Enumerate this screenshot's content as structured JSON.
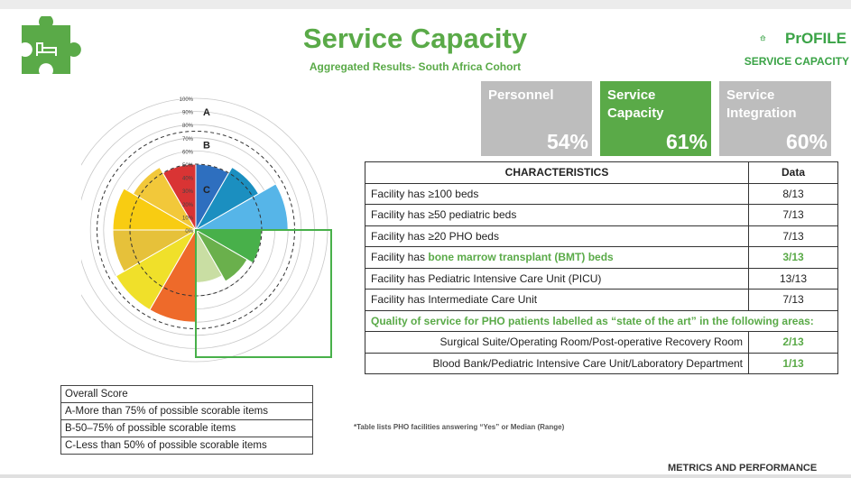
{
  "header": {
    "title": "Service Capacity",
    "subtitle": "Aggregated Results- South Africa Cohort",
    "logo_text": "PrOFILE",
    "logo_subtitle": "SERVICE CAPACITY",
    "puzzle_icon": "hospital-bed-icon"
  },
  "tiles": [
    {
      "label": "Personnel",
      "value": "54%",
      "color": "#bdbdbd"
    },
    {
      "label": "Service Capacity",
      "value": "61%",
      "color": "#5aaa48"
    },
    {
      "label": "Service Integration",
      "value": "60%",
      "color": "#bdbdbd"
    }
  ],
  "table": {
    "header": {
      "characteristic": "CHARACTERISTICS",
      "data": "Data"
    },
    "rows": [
      {
        "prefix": "Facility has ≥100 beds",
        "highlight": "",
        "data": "8/13"
      },
      {
        "prefix": "Facility has ≥50 pediatric beds",
        "highlight": "",
        "data": "7/13"
      },
      {
        "prefix": "Facility has ≥20 PHO beds",
        "highlight": "",
        "data": "7/13"
      },
      {
        "prefix": "Facility has ",
        "highlight": "bone marrow transplant (BMT) beds",
        "data": "3/13"
      },
      {
        "prefix": "Facility has Pediatric Intensive Care Unit (PICU)",
        "highlight": "",
        "data": "13/13"
      },
      {
        "prefix": "Facility has Intermediate Care Unit",
        "highlight": "",
        "data": "7/13"
      }
    ],
    "section": "Quality of service for PHO patients labelled as “state of the art” in the following areas:",
    "sub_rows": [
      {
        "label": "Surgical Suite/Operating Room/Post-operative Recovery Room",
        "data": "2/13"
      },
      {
        "label": "Blood Bank/Pediatric Intensive Care Unit/Laboratory Department",
        "data": "1/13"
      }
    ],
    "footnote": "*Table lists PHO facilities answering “Yes” or Median (Range)"
  },
  "legend": {
    "title": "Overall Score",
    "items": [
      "A-More than 75% of possible scorable items",
      "B-50–75% of possible scorable items",
      "C-Less than 50% of possible scorable items"
    ]
  },
  "footer": "METRICS AND PERFORMANCE",
  "chart_data": {
    "type": "polar-area",
    "radial_ticks": [
      "0%",
      "10%",
      "20%",
      "30%",
      "40%",
      "50%",
      "60%",
      "70%",
      "80%",
      "90%",
      "100%"
    ],
    "radial_range": [
      0,
      100
    ],
    "zone_labels": [
      "A",
      "B",
      "C"
    ],
    "zone_thresholds": [
      75,
      50
    ],
    "slices": [
      {
        "value": 50,
        "color": "#2e6fbf"
      },
      {
        "value": 55,
        "color": "#1b8fc0"
      },
      {
        "value": 70,
        "color": "#56b5e8"
      },
      {
        "value": 50,
        "color": "#48b04a"
      },
      {
        "value": 45,
        "color": "#6ab04c"
      },
      {
        "value": 40,
        "color": "#c9dea3"
      },
      {
        "value": 70,
        "color": "#ee6a2a"
      },
      {
        "value": 70,
        "color": "#f0e02a"
      },
      {
        "value": 63,
        "color": "#e6c13a"
      },
      {
        "value": 63,
        "color": "#f8cc12"
      },
      {
        "value": 55,
        "color": "#f2c83a"
      },
      {
        "value": 50,
        "color": "#d93434"
      }
    ],
    "highlight_quadrant": "lower-right"
  }
}
